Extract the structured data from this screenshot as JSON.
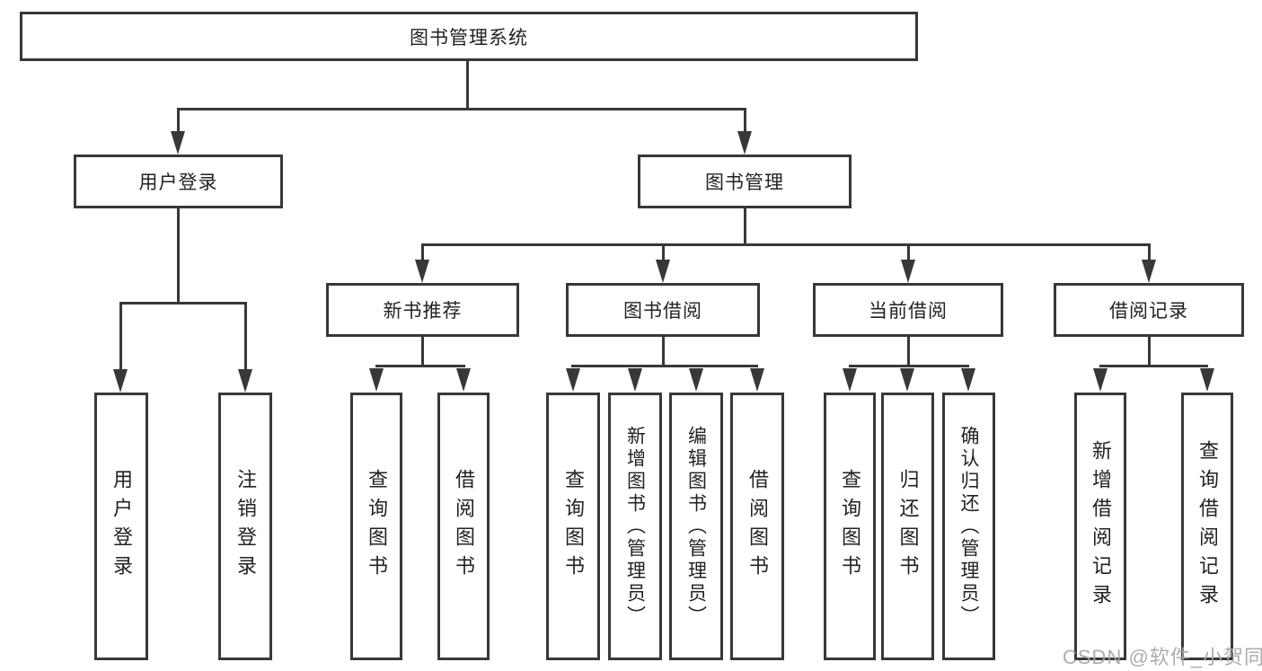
{
  "tree": {
    "root": "图书管理系统",
    "children": [
      {
        "label": "用户登录",
        "children": [
          "用户登录",
          "注销登录"
        ]
      },
      {
        "label": "图书管理",
        "children": [
          {
            "label": "新书推荐",
            "children": [
              "查询图书",
              "借阅图书"
            ]
          },
          {
            "label": "图书借阅",
            "children": [
              "查询图书",
              "新增图书（管理员）",
              "编辑图书（管理员）",
              "借阅图书"
            ]
          },
          {
            "label": "当前借阅",
            "children": [
              "查询图书",
              "归还图书",
              "确认归还（管理员）"
            ]
          },
          {
            "label": "借阅记录",
            "children": [
              "新增借阅记录",
              "查询借阅记录"
            ]
          }
        ]
      }
    ]
  },
  "watermark": "CSDN @软件_小贺同学",
  "colors": {
    "line": "#383838",
    "box_border": "#383838",
    "box_fill": "#ffffff",
    "text": "#222222",
    "watermark": "#a6a6a6"
  }
}
